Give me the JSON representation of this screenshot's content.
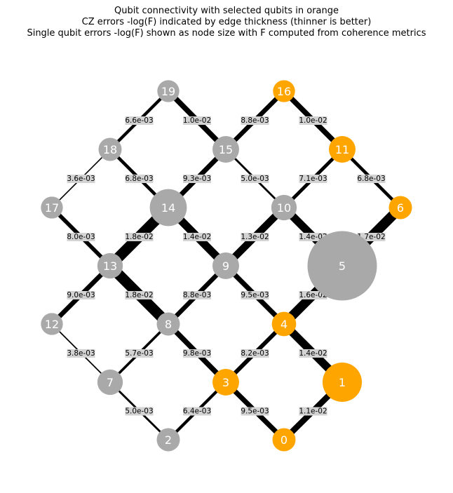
{
  "title": {
    "line1": "Qubit connectivity with selected qubits in orange",
    "line2": "CZ errors -log(F) indicated by edge thickness (thinner is better)",
    "line3": "Single qubit errors -log(F) shown as node size with F computed from coherence metrics"
  },
  "colors": {
    "selected": "#FFA500",
    "unselected": "#A9A9A9",
    "edge": "#000000",
    "label_box": "#D3D3D3",
    "node_text": "#FFFFFF"
  },
  "nodes": [
    {
      "id": 0,
      "label": "0",
      "selected": true,
      "error_scale": 1.0
    },
    {
      "id": 1,
      "label": "1",
      "selected": true,
      "error_scale": 1.7
    },
    {
      "id": 2,
      "label": "2",
      "selected": false,
      "error_scale": 1.0
    },
    {
      "id": 3,
      "label": "3",
      "selected": true,
      "error_scale": 1.15
    },
    {
      "id": 4,
      "label": "4",
      "selected": true,
      "error_scale": 1.05
    },
    {
      "id": 5,
      "label": "5",
      "selected": false,
      "error_scale": 3.0
    },
    {
      "id": 6,
      "label": "6",
      "selected": true,
      "error_scale": 1.0
    },
    {
      "id": 7,
      "label": "7",
      "selected": false,
      "error_scale": 1.1
    },
    {
      "id": 8,
      "label": "8",
      "selected": false,
      "error_scale": 1.0
    },
    {
      "id": 9,
      "label": "9",
      "selected": false,
      "error_scale": 1.15
    },
    {
      "id": 10,
      "label": "10",
      "selected": false,
      "error_scale": 1.1
    },
    {
      "id": 11,
      "label": "11",
      "selected": true,
      "error_scale": 1.15
    },
    {
      "id": 12,
      "label": "12",
      "selected": false,
      "error_scale": 0.95
    },
    {
      "id": 13,
      "label": "13",
      "selected": false,
      "error_scale": 1.1
    },
    {
      "id": 14,
      "label": "14",
      "selected": false,
      "error_scale": 1.6
    },
    {
      "id": 15,
      "label": "15",
      "selected": false,
      "error_scale": 1.15
    },
    {
      "id": 16,
      "label": "16",
      "selected": true,
      "error_scale": 0.95
    },
    {
      "id": 17,
      "label": "17",
      "selected": false,
      "error_scale": 0.95
    },
    {
      "id": 18,
      "label": "18",
      "selected": false,
      "error_scale": 1.0
    },
    {
      "id": 19,
      "label": "19",
      "selected": false,
      "error_scale": 0.95
    }
  ],
  "edges": [
    {
      "from": 19,
      "to": 18,
      "label": "6.6e-03",
      "error": 0.0066
    },
    {
      "from": 19,
      "to": 15,
      "label": "1.0e-02",
      "error": 0.01
    },
    {
      "from": 16,
      "to": 15,
      "label": "8.8e-03",
      "error": 0.0088
    },
    {
      "from": 16,
      "to": 11,
      "label": "1.0e-02",
      "error": 0.01
    },
    {
      "from": 18,
      "to": 17,
      "label": "3.6e-03",
      "error": 0.0036
    },
    {
      "from": 18,
      "to": 14,
      "label": "6.8e-03",
      "error": 0.0068
    },
    {
      "from": 15,
      "to": 14,
      "label": "9.3e-03",
      "error": 0.0093
    },
    {
      "from": 15,
      "to": 10,
      "label": "5.0e-03",
      "error": 0.005
    },
    {
      "from": 11,
      "to": 10,
      "label": "7.1e-03",
      "error": 0.0071
    },
    {
      "from": 11,
      "to": 6,
      "label": "6.8e-03",
      "error": 0.0068
    },
    {
      "from": 17,
      "to": 13,
      "label": "8.0e-03",
      "error": 0.008
    },
    {
      "from": 14,
      "to": 13,
      "label": "1.8e-02",
      "error": 0.018
    },
    {
      "from": 14,
      "to": 9,
      "label": "1.4e-02",
      "error": 0.014
    },
    {
      "from": 10,
      "to": 9,
      "label": "1.3e-02",
      "error": 0.013
    },
    {
      "from": 10,
      "to": 5,
      "label": "1.4e-02",
      "error": 0.014
    },
    {
      "from": 6,
      "to": 5,
      "label": "1.7e-02",
      "error": 0.017
    },
    {
      "from": 13,
      "to": 12,
      "label": "9.0e-03",
      "error": 0.009
    },
    {
      "from": 13,
      "to": 8,
      "label": "1.8e-02",
      "error": 0.018
    },
    {
      "from": 9,
      "to": 8,
      "label": "8.8e-03",
      "error": 0.0088
    },
    {
      "from": 9,
      "to": 4,
      "label": "9.5e-03",
      "error": 0.0095
    },
    {
      "from": 5,
      "to": 4,
      "label": "1.6e-02",
      "error": 0.016
    },
    {
      "from": 12,
      "to": 7,
      "label": "3.8e-03",
      "error": 0.0038
    },
    {
      "from": 8,
      "to": 7,
      "label": "5.7e-03",
      "error": 0.0057
    },
    {
      "from": 8,
      "to": 3,
      "label": "9.8e-03",
      "error": 0.0098
    },
    {
      "from": 4,
      "to": 3,
      "label": "8.2e-03",
      "error": 0.0082
    },
    {
      "from": 4,
      "to": 1,
      "label": "1.4e-02",
      "error": 0.014
    },
    {
      "from": 7,
      "to": 2,
      "label": "5.0e-03",
      "error": 0.005
    },
    {
      "from": 3,
      "to": 2,
      "label": "6.4e-03",
      "error": 0.0064
    },
    {
      "from": 3,
      "to": 0,
      "label": "9.5e-03",
      "error": 0.0095
    },
    {
      "from": 1,
      "to": 0,
      "label": "1.1e-02",
      "error": 0.011
    }
  ]
}
